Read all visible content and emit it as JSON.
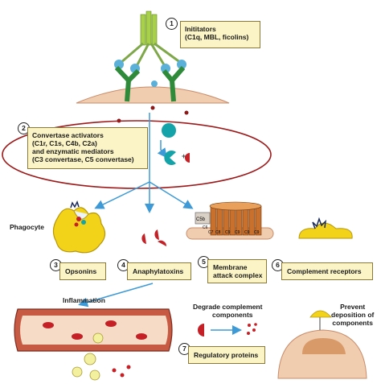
{
  "steps": [
    {
      "number": "1",
      "title": "Inititators",
      "detail": "(C1q, MBL, ficolins)"
    },
    {
      "number": "2",
      "lines": [
        "Convertase activators",
        "(C1r, C1s, C4b, C2a)",
        "and enzymatic mediators",
        "(C3 convertase, C5 convertase)"
      ]
    },
    {
      "number": "3",
      "title": "Opsonins"
    },
    {
      "number": "4",
      "title": "Anaphylatoxins"
    },
    {
      "number": "5",
      "lines": [
        "Membrane",
        "attack complex"
      ]
    },
    {
      "number": "6",
      "title": "Complement receptors"
    },
    {
      "number": "7",
      "title": "Regulatory proteins"
    }
  ],
  "labels": {
    "phagocyte": "Phagocyte",
    "inflammation": "Inflammation",
    "degrade": [
      "Degrade complement",
      "components"
    ],
    "prevent": [
      "Prevent",
      "deposition of",
      "components"
    ],
    "plus_sign": "+",
    "mac_labels": [
      "C5b",
      "C6",
      "C7",
      "C8",
      "C9",
      "C9",
      "C9",
      "C9"
    ]
  },
  "colors": {
    "box_fill": "#fbf4c6",
    "highlight_ellipse": "#9e1a1a",
    "arrow": "#3d9ad6",
    "phagocyte": "#f3d31a",
    "cell_membrane": "#f1cdb0",
    "teal_protein": "#13a3a9",
    "red_fragment": "#c42026",
    "mac_pore": "#c9702c",
    "vessel": "#c65a43"
  }
}
